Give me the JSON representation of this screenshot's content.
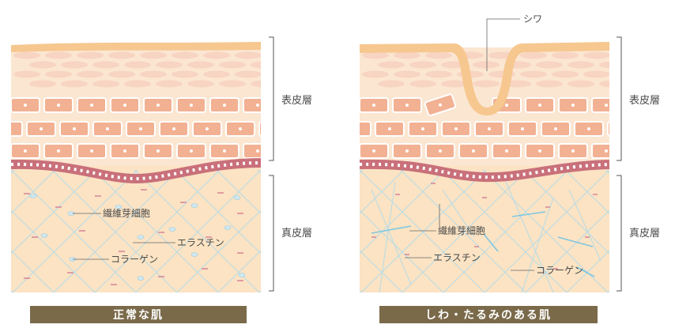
{
  "layers": {
    "epidermis": "表皮層",
    "dermis": "真皮層"
  },
  "left_panel": {
    "caption": "正常な肌",
    "labels": {
      "fibroblast": "繊維芽細胞",
      "elastin": "エラスチン",
      "collagen": "コラーゲン"
    }
  },
  "right_panel": {
    "caption": "しわ・たるみのある肌",
    "wrinkle": "シワ",
    "labels": {
      "fibroblast": "繊維芽細胞",
      "elastin": "エラスチン",
      "collagen": "コラーゲン"
    }
  },
  "colors": {
    "surface": "#f6c78f",
    "stratum": "#fbe0c6",
    "cell_fill": "#f2b192",
    "cell_stroke": "#ffffff",
    "basal": "#c9707a",
    "dermis": "#fbe3c3",
    "fiber": "#b5dbe8",
    "elastin": "#d98a9b",
    "caption_bg": "#7a6a4a"
  }
}
